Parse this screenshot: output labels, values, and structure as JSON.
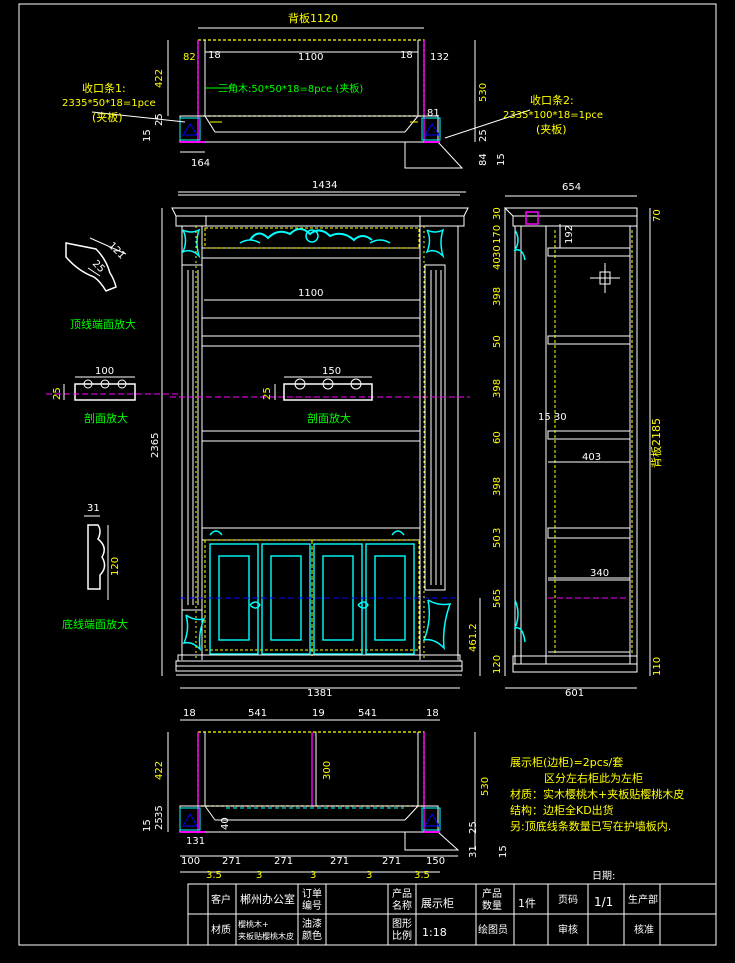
{
  "labels": {
    "back_panel_top": "背板1120",
    "dim_82": "82",
    "dim_18_tl": "18",
    "dim_1100_top": "1100",
    "dim_18_tr": "18",
    "dim_132": "132",
    "dim_422_top": "422",
    "dim_530_top": "530",
    "dim_25_top": "25",
    "dim_15_top": "15",
    "dim_81": "81",
    "dim_25_r": "25",
    "dim_84": "84",
    "dim_15_r": "15",
    "dim_164": "164",
    "trim1_title": "收口条1:",
    "trim1_size": "2335*50*18=1pce",
    "trim1_note": "(夹板)",
    "trim2_title": "收口条2:",
    "trim2_size": "2335*100*18=1pce",
    "trim2_note": "(夹板)",
    "triangle_wood": "三角木:50*50*18=8pce  (夹板)",
    "dim_1434": "1434",
    "dim_654": "654",
    "dim_121": "121",
    "dim_25_crown": "25",
    "crown_label": "顶线端面放大",
    "dim_1100_mid": "1100",
    "dim_100": "100",
    "dim_25_s1": "25",
    "section1_label": "剖面放大",
    "dim_150": "150",
    "dim_25_s2": "25",
    "section2_label": "剖面放大",
    "dim_2365": "2365",
    "dim_31": "31",
    "dim_120_base": "120",
    "base_label": "底线端面放大",
    "dim_461": "461.2",
    "dim_1381": "1381",
    "dim_601": "601",
    "side_dims": [
      "30",
      "170",
      "30",
      "40",
      "398",
      "50",
      "398",
      "60",
      "398",
      "3",
      "50",
      "565",
      "120"
    ],
    "dim_70": "70",
    "dim_192": "192",
    "dim_1530": "15 30",
    "dim_403": "403",
    "back_panel_side": "背板2185",
    "dim_340": "340",
    "dim_110": "110",
    "bottom_top_dims": [
      "18",
      "541",
      "19",
      "541",
      "18"
    ],
    "dim_422_b": "422",
    "dim_300": "300",
    "dim_530_b": "530",
    "dim_35": "35",
    "dim_25_b": "25",
    "dim_15_b": "15",
    "dim_131": "131",
    "dim_40": "40",
    "dim_25_br": "25",
    "dim_31_br": "31",
    "dim_15_br": "15",
    "bottom_dims": [
      "100",
      "271",
      "271",
      "271",
      "271",
      "150"
    ],
    "bottom_small": [
      "3.5",
      "3",
      "3",
      "3",
      "3.5"
    ]
  },
  "notes": [
    "展示柜(边柜)=2pcs/套",
    "区分左右柜此为左柜",
    "材质：实木樱桃木+夹板贴樱桃木皮",
    "结构：边柜全KD出货",
    "另:顶底线条数量已写在护墙板内."
  ],
  "date_label": "日期:",
  "title_block": {
    "client_label": "客户",
    "client_value": "郴州办公室",
    "order_label1": "订单",
    "order_label2": "编号",
    "product_label1": "产品",
    "product_label2": "名称",
    "product_value": "展示柜",
    "qty_label1": "产品",
    "qty_label2": "数量",
    "qty_value": "1件",
    "page_label": "页码",
    "page_value": "1/1",
    "production_label": "生产部",
    "material_label": "材质",
    "material_value1": "樱桃木+",
    "material_value2": "夹板贴樱桃木皮",
    "paint_label1": "油漆",
    "paint_label2": "颜色",
    "scale_label1": "图形",
    "scale_label2": "比例",
    "scale_value": "1:18",
    "drafter_label": "绘图员",
    "review_label": "审核",
    "approve_label": "核准"
  }
}
